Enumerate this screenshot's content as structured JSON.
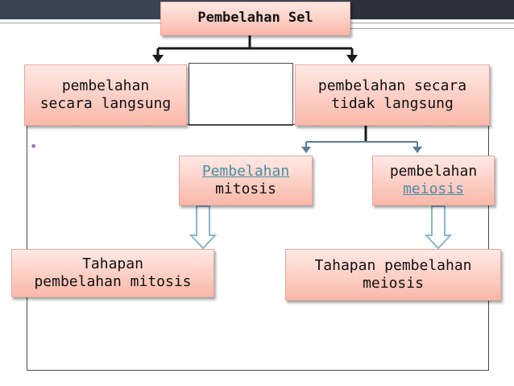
{
  "diagram": {
    "root": "Pembelahan Sel",
    "direct_division": [
      "pembelahan",
      "secara langsung"
    ],
    "indirect_division": [
      "pembelahan secara",
      "tidak langsung"
    ],
    "mitosis": {
      "link": "Pembelahan",
      "rest": "mitosis"
    },
    "meiosis": {
      "plain": "pembelahan",
      "link": "meiosis"
    },
    "mitosis_stages": [
      "Tahapan",
      "pembelahan mitosis"
    ],
    "meiosis_stages": [
      "Tahapan pembelahan",
      "meiosis"
    ],
    "bullet": "•"
  },
  "colors": {
    "box_fill_top": "#ffe9e4",
    "box_fill_bottom": "#f9b8aa",
    "link": "#4a8fa6",
    "connector": "#1a1a1a",
    "blue_connector": "#5a7ea0",
    "hollow_arrow": "#8ab4d4"
  }
}
